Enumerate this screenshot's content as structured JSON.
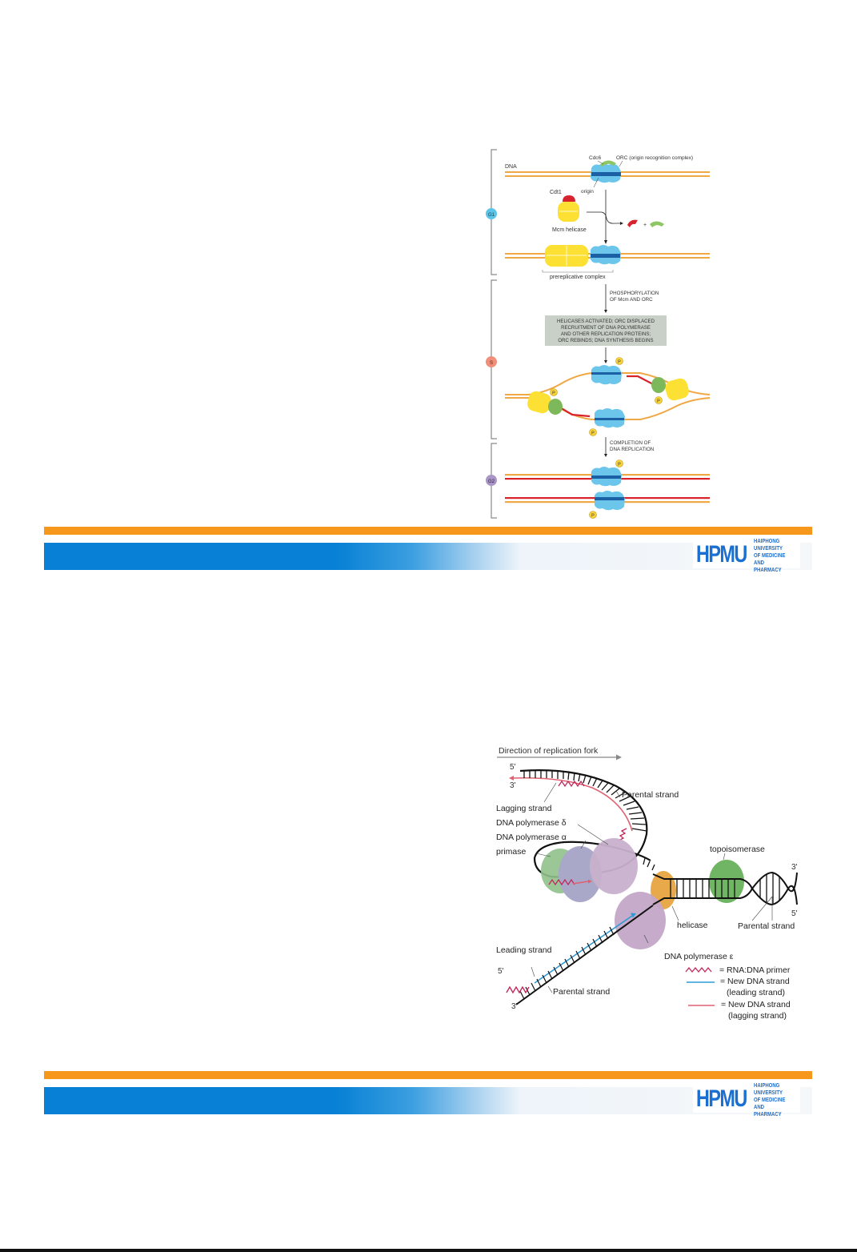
{
  "slides": [
    {
      "figure": {
        "title": "Origin licensing and replication through the cell cycle",
        "phases": [
          "G1",
          "S",
          "G2"
        ],
        "phase_colors": {
          "G1": "#5BC4E8",
          "S": "#F0907A",
          "G2": "#A996C5"
        },
        "labels": {
          "dna": "DNA",
          "cdc6": "Cdc6",
          "orc": "ORC (origin recognition complex)",
          "origin": "origin",
          "cdt1": "Cdt1",
          "mcm": "Mcm helicase",
          "plus": "+",
          "prerep": "prereplicative complex",
          "phos_1": "PHOSPHORYLATION",
          "phos_2": "OF Mcm AND ORC",
          "box_1": "HELICASES ACTIVATED; ORC DISPLACED",
          "box_2": "RECRUITMENT OF DNA POLYMERASE",
          "box_3": "AND OTHER REPLICATION PROTEINS;",
          "box_4": "ORC REBINDS; DNA SYNTHESIS BEGINS",
          "completion_1": "COMPLETION OF",
          "completion_2": "DNA REPLICATION",
          "p": "P"
        }
      },
      "footer": {
        "logo_text": "HPMU",
        "logo_line1": "HAIPHONG UNIVERSITY",
        "logo_line2": "OF MEDICINE",
        "logo_line3": "AND PHARMACY"
      }
    },
    {
      "figure": {
        "title": "Eukaryotic replication fork",
        "labels": {
          "direction": "Direction of replication fork",
          "five_prime_top": "5'",
          "three_prime_top": "3'",
          "lagging": "Lagging strand",
          "parental_top": "Parental strand",
          "pol_delta": "DNA polymerase δ",
          "pol_alpha": "DNA polymerase α",
          "primase": "primase",
          "topoisomerase": "topoisomerase",
          "three_prime_right": "3'",
          "five_prime_right": "5'",
          "helicase": "helicase",
          "parental_right": "Parental strand",
          "leading": "Leading strand",
          "pol_epsilon": "DNA polymerase ε",
          "five_prime_bottom": "5'",
          "three_prime_bottom": "3'",
          "parental_bottom": "Parental strand"
        },
        "legend": [
          {
            "label": "= RNA:DNA primer",
            "color": "#C0285A",
            "style": "zigzag"
          },
          {
            "label": "= New DNA strand",
            "sub": "(leading strand)",
            "color": "#2F9BD6",
            "style": "line"
          },
          {
            "label": "= New DNA strand",
            "sub": "(lagging strand)",
            "color": "#E06070",
            "style": "line"
          }
        ]
      },
      "footer": {
        "logo_text": "HPMU",
        "logo_line1": "HAIPHONG UNIVERSITY",
        "logo_line2": "OF MEDICINE",
        "logo_line3": "AND PHARMACY"
      }
    }
  ],
  "colors": {
    "accent_orange": "#F7981D",
    "brand_blue": "#0780D5",
    "dna_orange": "#F0A845",
    "new_strand_red": "#D8232A",
    "orc_blue": "#6CC6EC",
    "mcm_yellow": "#FCE033",
    "cdc6_green": "#8CC665",
    "cdt1_red": "#D6232E"
  }
}
